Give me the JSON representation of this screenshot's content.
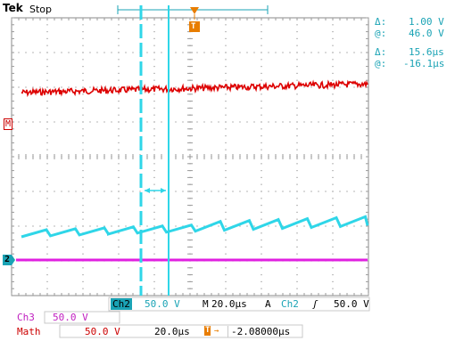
{
  "header": {
    "brand": "Tek",
    "status": "Stop",
    "trigger_marker": "T"
  },
  "readout": {
    "delta_v_sym": "Δ:",
    "delta_v": "1.00 V",
    "at_v_sym": "@:",
    "at_v": "46.0 V",
    "delta_t_sym": "Δ:",
    "delta_t": "15.6µs",
    "at_t_sym": "@:",
    "at_t": "-16.1µs"
  },
  "markers": {
    "math_marker": "M",
    "ch2_marker": "2"
  },
  "bottom_bar": {
    "ch2_label": "Ch2",
    "ch2_scale": "50.0 V",
    "timebase_label": "M",
    "timebase": "20.0µs",
    "acq_mode": "A",
    "trig_source": "Ch2",
    "trig_slope": "ʃ",
    "trig_level": "50.0 V"
  },
  "ch3": {
    "label": "Ch3",
    "scale": "50.0 V"
  },
  "math": {
    "label": "Math",
    "scale": "50.0 V",
    "time": "20.0µs",
    "trig_pos_icon": "T",
    "trig_pos": "-2.08000µs"
  },
  "colors": {
    "red_trace": "#dd0000",
    "cyan_trace": "#2fd6e8",
    "magenta_trace": "#e020e0",
    "grid": "#9a9a9a",
    "orange": "#e87d00"
  }
}
